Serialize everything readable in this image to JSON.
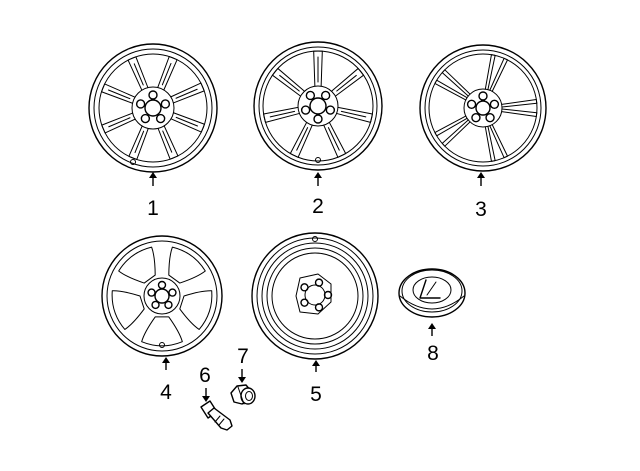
{
  "callouts": {
    "c1": "1",
    "c2": "2",
    "c3": "3",
    "c4": "4",
    "c5": "5",
    "c6": "6",
    "c7": "7",
    "c8": "8"
  },
  "parts": [
    {
      "callout": "1",
      "icon": "wheel-8-split-spoke-icon"
    },
    {
      "callout": "2",
      "icon": "wheel-7-split-spoke-icon"
    },
    {
      "callout": "3",
      "icon": "wheel-5-double-spoke-icon"
    },
    {
      "callout": "4",
      "icon": "wheel-5-spoke-icon"
    },
    {
      "callout": "5",
      "icon": "spare-wheel-icon"
    },
    {
      "callout": "6",
      "icon": "valve-stem-icon"
    },
    {
      "callout": "7",
      "icon": "lug-nut-icon"
    },
    {
      "callout": "8",
      "icon": "center-cap-emblem-icon"
    }
  ]
}
